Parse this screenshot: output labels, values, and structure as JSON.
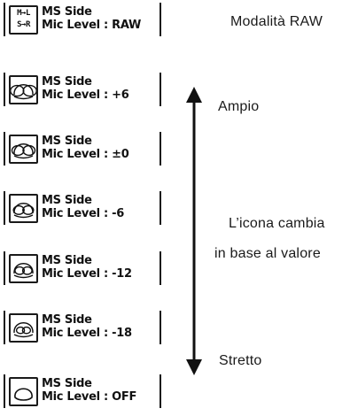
{
  "rows": [
    {
      "icon": "raw-matrix-icon",
      "icon_text_top": "M→L",
      "icon_text_bottom": "S→R",
      "mode": "MS Side",
      "label": "Mic Level",
      "value": "RAW"
    },
    {
      "icon": "stereo-width-icon",
      "width_level": 6,
      "mode": "MS Side",
      "label": "Mic Level",
      "value": "+6"
    },
    {
      "icon": "stereo-width-icon",
      "width_level": 5,
      "mode": "MS Side",
      "label": "Mic Level",
      "value": "±0"
    },
    {
      "icon": "stereo-width-icon",
      "width_level": 4,
      "mode": "MS Side",
      "label": "Mic Level",
      "value": "-6"
    },
    {
      "icon": "stereo-width-icon",
      "width_level": 3,
      "mode": "MS Side",
      "label": "Mic Level",
      "value": "-12"
    },
    {
      "icon": "stereo-width-icon",
      "width_level": 2,
      "mode": "MS Side",
      "label": "Mic Level",
      "value": "-18"
    },
    {
      "icon": "stereo-width-icon",
      "width_level": 0,
      "mode": "MS Side",
      "label": "Mic Level",
      "value": "OFF"
    }
  ],
  "annotations": {
    "raw_mode": "Modalità RAW",
    "wide": "Ampio",
    "icon_changes_line1": "L’icona cambia",
    "icon_changes_line2": "in base al valore",
    "narrow": "Stretto"
  },
  "colors": {
    "ink": "#111111",
    "background": "#ffffff"
  }
}
